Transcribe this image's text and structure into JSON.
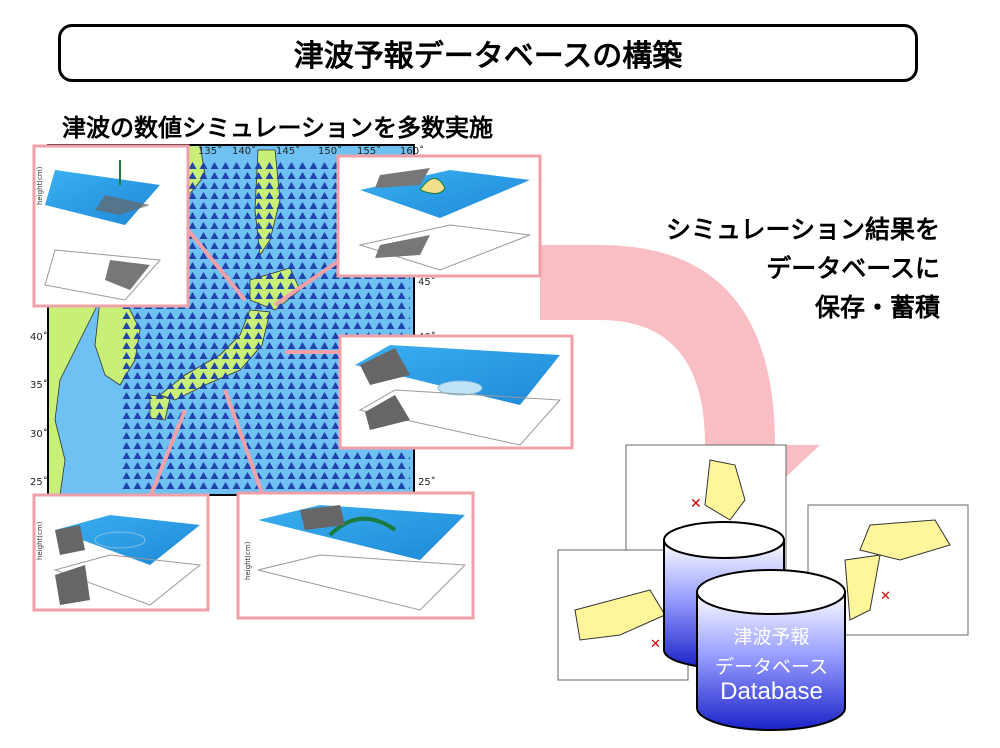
{
  "title": "津波予報データベースの構築",
  "subtitle": "津波の数値シミュレーションを多数実施",
  "caption": [
    "シミュレーション結果を",
    "データベースに",
    "保存・蓄積"
  ],
  "map": {
    "lon_ticks": [
      "135˚",
      "140˚",
      "145˚",
      "150˚",
      "155˚",
      "160˚"
    ],
    "lat_ticks_left": [
      "40˚",
      "35˚",
      "30˚",
      "25˚"
    ],
    "lat_ticks_right": [
      "45˚",
      "40˚",
      "25˚"
    ]
  },
  "panel_axis_label": "height(cm)",
  "database": {
    "line1": "津波予報",
    "line2": "データベース",
    "line3": "Database"
  },
  "colors": {
    "sea": "#6ec1f2",
    "land": "#c8f078",
    "marker": "#1c3ca8",
    "panel_border": "#f0a0a8",
    "arrow": "#f7b7bd",
    "cylinder_top": "#ffffff",
    "cylinder_body": "#1a22c8"
  }
}
